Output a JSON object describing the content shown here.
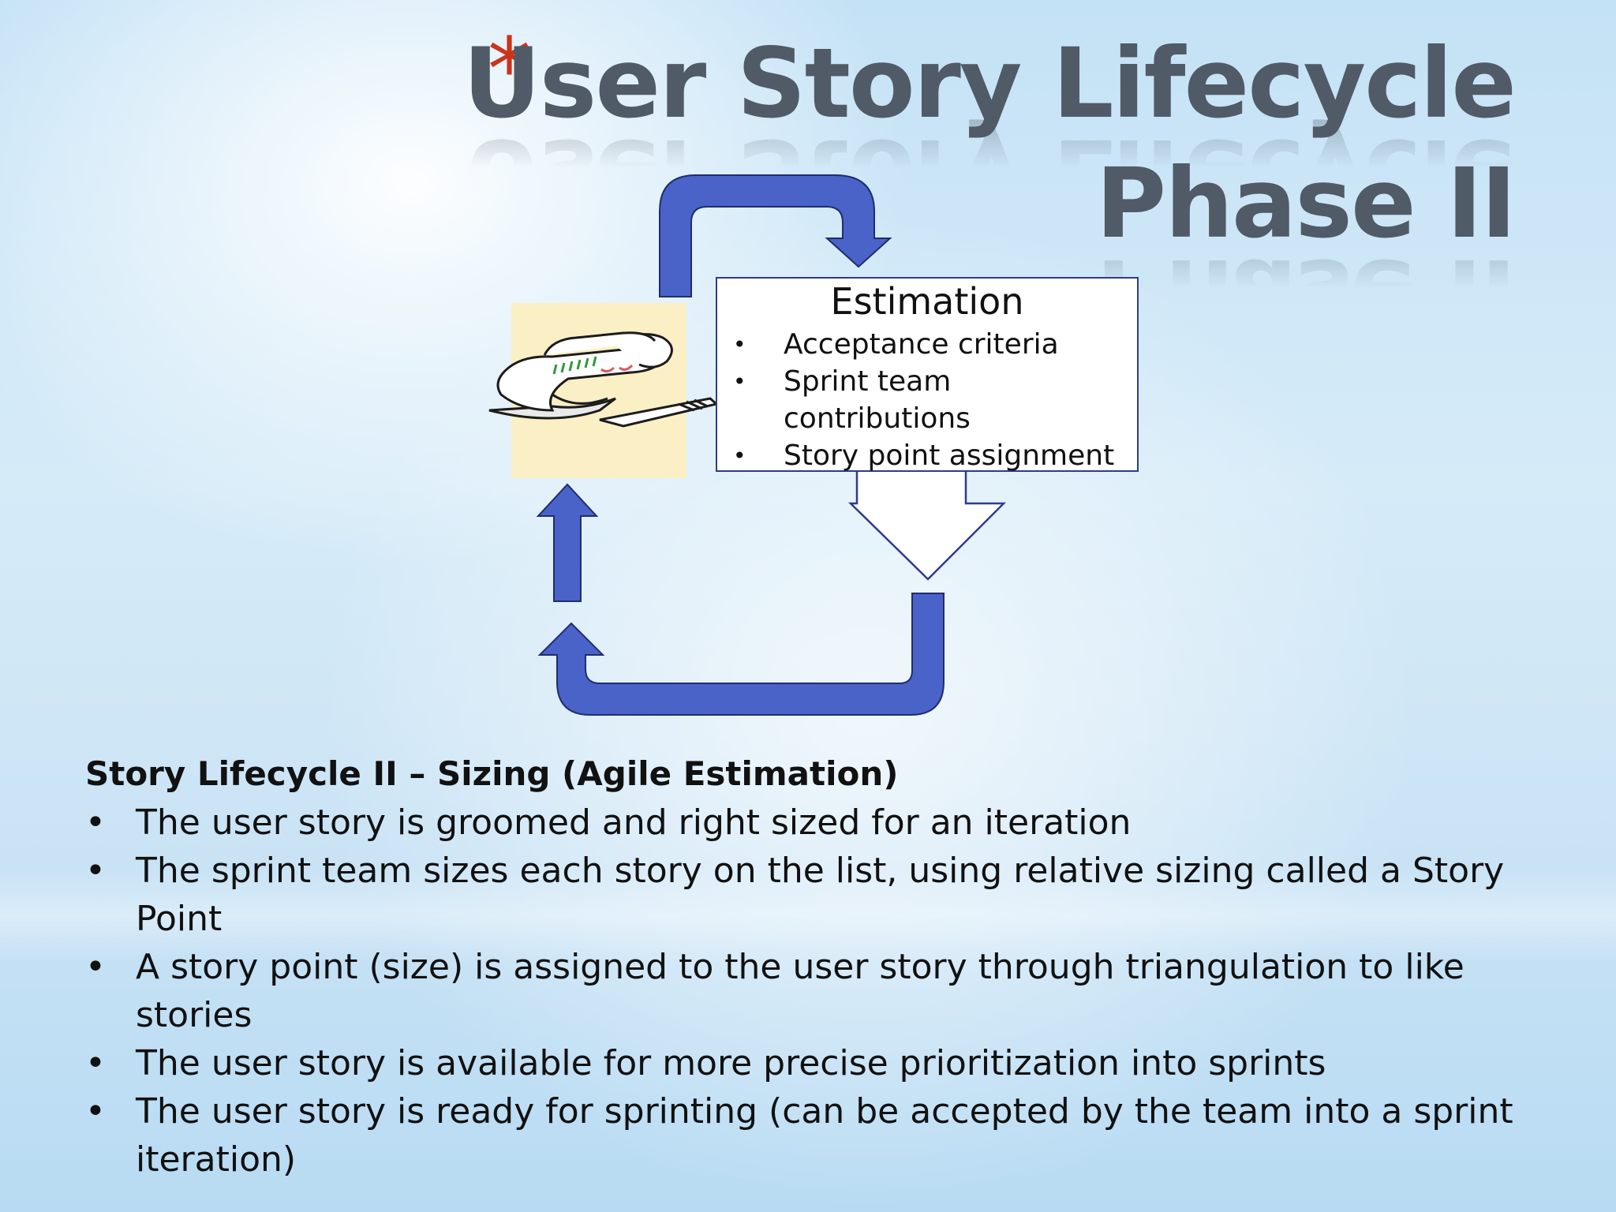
{
  "slide": {
    "title_marker": "*",
    "title_line1": "User Story Lifecycle",
    "title_line2": "Phase II"
  },
  "diagram": {
    "box_title": "Estimation",
    "box_items": [
      "Acceptance criteria",
      "Sprint team contributions",
      "Story point assignment"
    ],
    "illustration": "scroll-and-quill-icon",
    "arrow_color": "#4a63c8"
  },
  "content": {
    "heading": "Story Lifecycle II – Sizing (Agile Estimation)",
    "bullets": [
      "The user story is groomed and right sized for an iteration",
      "The sprint team sizes each story on the list, using relative sizing called a Story Point",
      "A story point (size) is assigned to the user story through triangulation to like stories",
      "The user story is available for more precise prioritization into sprints",
      "The user story is ready for sprinting (can be accepted by the team into a sprint iteration)"
    ]
  },
  "colors": {
    "title": "#505b67",
    "marker": "#c9341b",
    "box_border": "#2f3b8a"
  }
}
